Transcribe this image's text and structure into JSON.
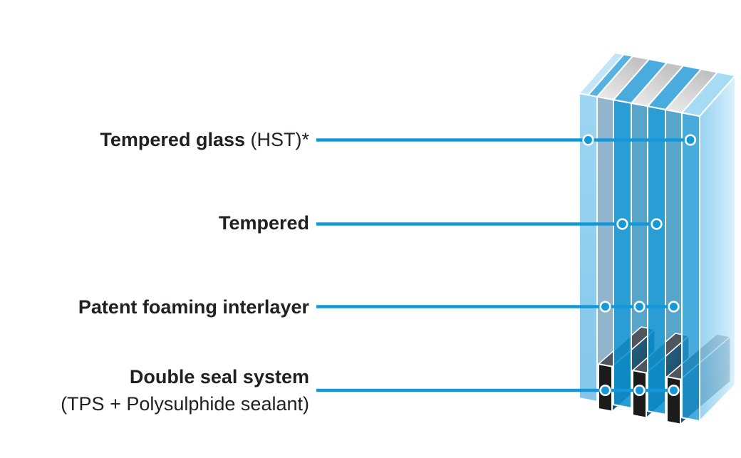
{
  "diagram": {
    "type": "insulated-glass-unit-cross-section",
    "panes": 4,
    "cavities": 3,
    "spacer_bars": 3,
    "labels": {
      "row1": {
        "bold": "Tempered glass",
        "regular": " (HST)*",
        "marker_count": 2
      },
      "row2": {
        "bold": "Tempered",
        "marker_count": 2
      },
      "row3": {
        "bold": "Patent foaming interlayer",
        "marker_count": 3
      },
      "row4": {
        "bold": "Double seal system",
        "regular": "(TPS + Polysulphide sealant)",
        "marker_count": 3
      }
    }
  },
  "colors": {
    "accent_blue": "#1697d8",
    "text": "#231f20",
    "glass_outer_pane": "#8ecbee",
    "glass_inner_pane": "#2c9fd8",
    "cavity_gray_blue": "#90b5cd",
    "cavity_blue": "#57a5ca",
    "right_face_light": "#aadcf5",
    "spacer_front_black": "#1b1b1b",
    "spacer_side_teal": "#1d5a7c",
    "spacer_top_gray": "#4e565e",
    "gap_top_gray": "#dedede",
    "edge_white": "#ffffff",
    "background": "#ffffff"
  }
}
